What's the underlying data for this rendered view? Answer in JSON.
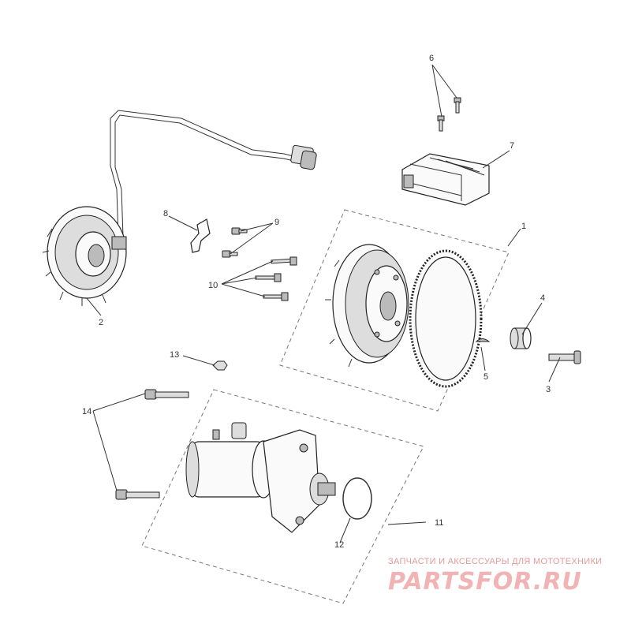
{
  "callouts": {
    "c1": "1",
    "c2": "2",
    "c3": "3",
    "c4": "4",
    "c5": "5",
    "c6": "6",
    "c7": "7",
    "c8": "8",
    "c9": "9",
    "c10": "10",
    "c11": "11",
    "c12": "12",
    "c13": "13",
    "c14": "14"
  },
  "watermark": {
    "subtitle": "ЗАПЧАСТИ И АКСЕССУАРЫ ДЛЯ МОТОТЕХНИКИ",
    "logo": "PARTSFOR.RU"
  },
  "colors": {
    "line": "#333333",
    "watermark": "#e8a0a0"
  }
}
